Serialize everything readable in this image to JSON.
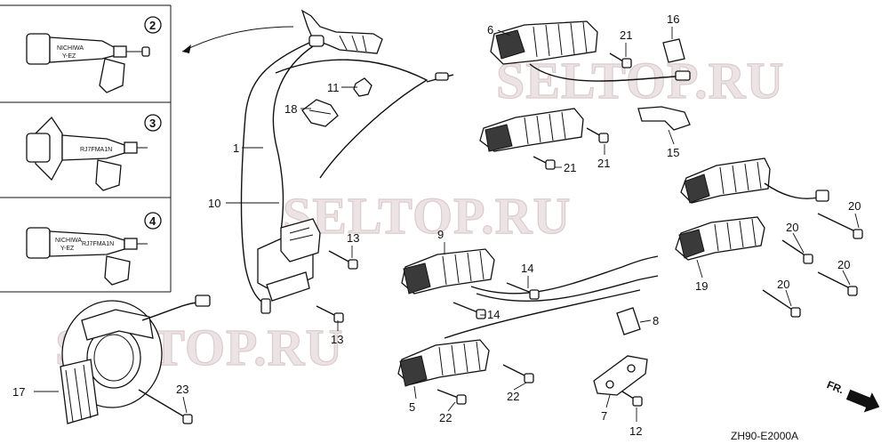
{
  "watermarks": [
    "SELTOP.RU",
    "SELTOP.RU",
    "SELTOP.RU"
  ],
  "reference_code": "ZH90-E2000A",
  "front_marker": "FR.",
  "callouts": [
    {
      "id": "c2",
      "text": "2"
    },
    {
      "id": "c3",
      "text": "3"
    },
    {
      "id": "c4",
      "text": "4"
    }
  ],
  "inset_brands": {
    "cap2": [
      "NICHIWA",
      "Y-EZ"
    ],
    "cap3": [
      "RJ7FMA1N"
    ],
    "cap4": [
      "NICHIWA",
      "Y-EZ",
      "RJ7FMA1N"
    ]
  },
  "labels": {
    "p1": "1",
    "p5": "5",
    "p6": "6",
    "p7": "7",
    "p8": "8",
    "p9": "9",
    "p10": "10",
    "p11": "11",
    "p12": "12",
    "p13a": "13",
    "p13b": "13",
    "p14a": "14",
    "p14b": "14",
    "p15": "15",
    "p16": "16",
    "p17": "17",
    "p18": "18",
    "p19": "19",
    "p20a": "20",
    "p20b": "20",
    "p20c": "20",
    "p20d": "20",
    "p21a": "21",
    "p21b": "21",
    "p21c": "21",
    "p22a": "22",
    "p22b": "22",
    "p23": "23"
  }
}
